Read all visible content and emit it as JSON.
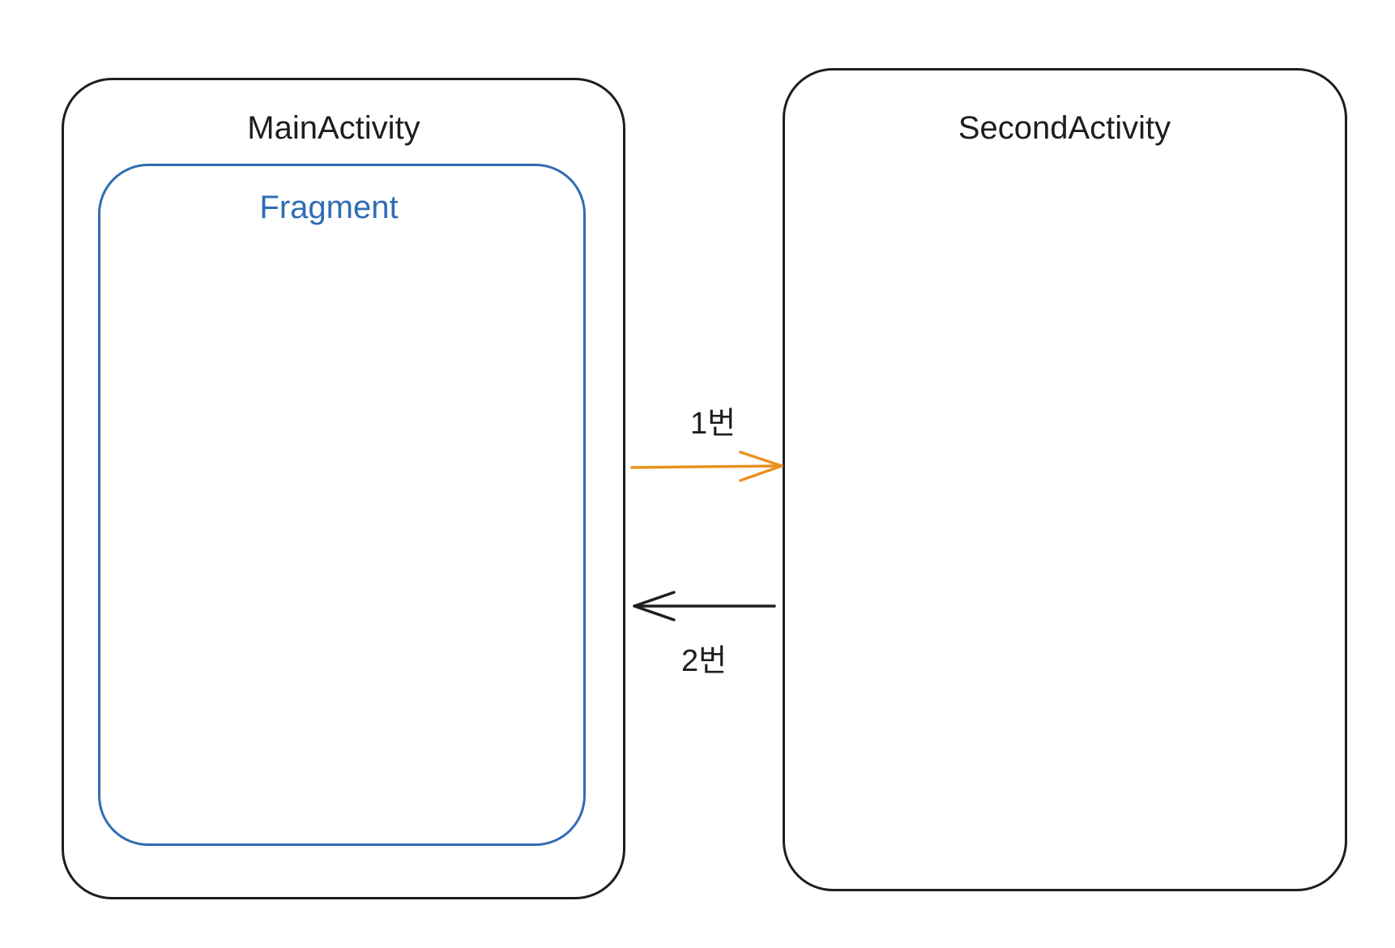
{
  "nodes": {
    "main_activity": {
      "label": "MainActivity"
    },
    "fragment": {
      "label": "Fragment"
    },
    "second_activity": {
      "label": "SecondActivity"
    }
  },
  "edges": [
    {
      "from": "main_activity",
      "to": "second_activity",
      "label": "1번",
      "color": "#e8921f"
    },
    {
      "from": "second_activity",
      "to": "main_activity",
      "label": "2번",
      "color": "#1e1e1e"
    }
  ],
  "colors": {
    "outline": "#1e1e1e",
    "fragment": "#2f6db5",
    "arrow_1": "#e8921f",
    "arrow_2": "#1e1e1e"
  }
}
